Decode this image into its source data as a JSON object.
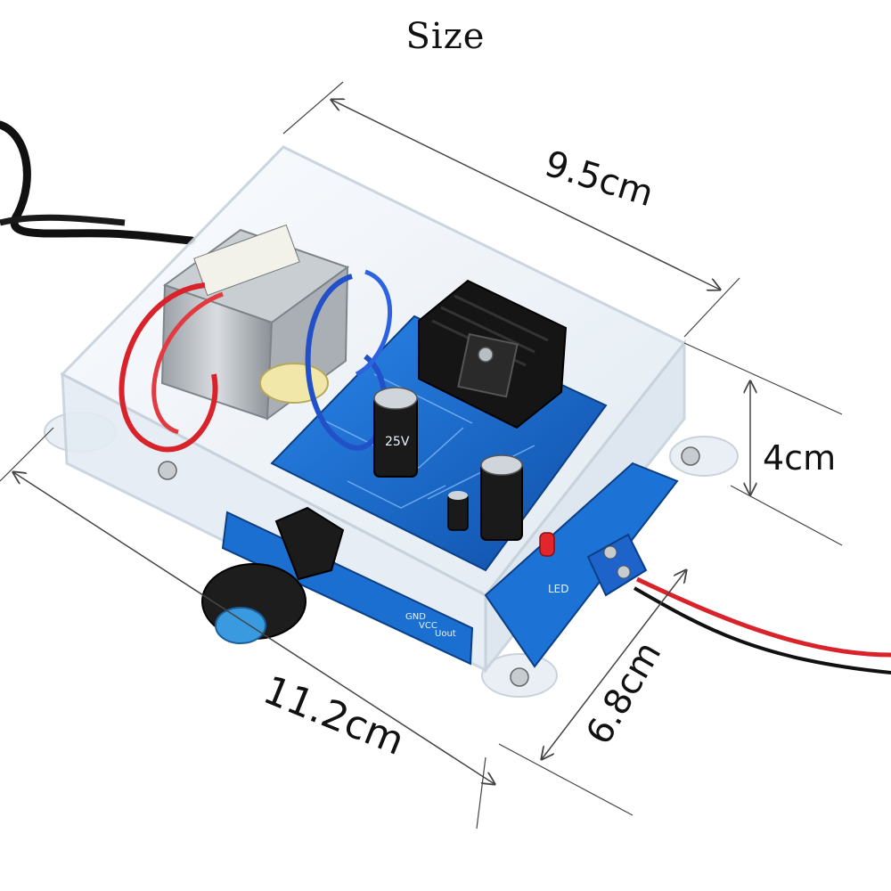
{
  "title": "Size",
  "dimensions": {
    "width": "9.5cm",
    "height": "4cm",
    "length": "11.2cm",
    "depth": "6.8cm"
  },
  "pcb_labels": {
    "gnd": "GND",
    "vcc": "VCC",
    "uout": "Uout",
    "led": "LED",
    "cap_label": "25V"
  },
  "colors": {
    "pcb_blue": "#1b6fd1",
    "case_clear": "#eef4fa",
    "wire_red": "#d8232a",
    "wire_blue": "#2250c8",
    "knob": "#1d1d1d",
    "heatsink": "#151515"
  }
}
